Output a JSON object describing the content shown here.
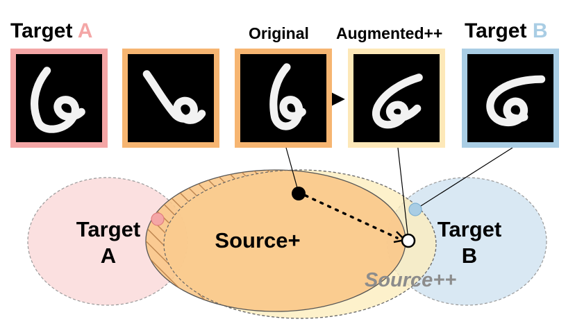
{
  "header": {
    "target_a_word": "Target",
    "target_a_letter": "A",
    "original": "Original",
    "augmented": "Augmented++",
    "target_b_word": "Target",
    "target_b_letter": "B"
  },
  "regions": {
    "target_a": "Target\nA",
    "source_plus": "Source+",
    "target_b": "Target\nB",
    "source_plus_plus": "Source++"
  },
  "colors": {
    "target_a": "#f4a6a6",
    "target_a_fill": "#fbe0e0",
    "source_plus_fill": "#f9c88a",
    "source_plus_plus_fill": "#fdedbd",
    "target_b": "#a9cde4",
    "target_b_fill": "#d9e8f3",
    "orange_frame": "#f6b571",
    "cream_frame": "#fde8b8"
  }
}
